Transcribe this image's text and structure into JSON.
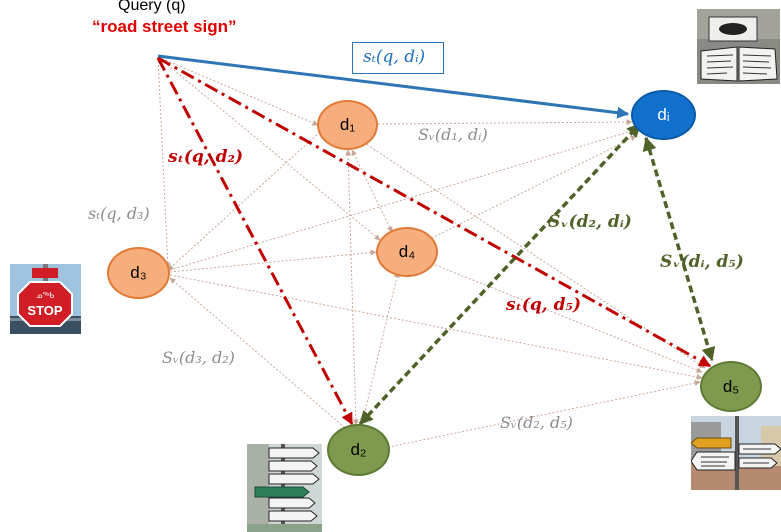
{
  "query": {
    "title": "Query (q)",
    "text": "“road street sign”"
  },
  "nodes": {
    "d1": "d₁",
    "d2": "d₂",
    "d3": "d₃",
    "d4": "d₄",
    "d5": "d₅",
    "di": "dᵢ"
  },
  "labels": {
    "st_q_di": "sₜ(q, dᵢ)",
    "st_q_d2": "sₜ(q, d₂)",
    "st_q_d3": "sₜ(q, d₃)",
    "st_q_d5": "sₜ(q, d₅)",
    "sv_d1_di": "Sᵥ(d₁, dᵢ)",
    "sv_d2_di": "Sᵥ(d₂, dᵢ)",
    "sv_di_d5": "Sᵥ(dᵢ, d₅)",
    "sv_d3_d2": "Sᵥ(d₃, d₂)",
    "sv_d2_d5": "Sᵥ(d₂, d₅)"
  },
  "photos": {
    "stop_sign_text": "STOP"
  },
  "colors": {
    "orange_node": "#F8AE7C",
    "green_node": "#7E9A4F",
    "blue_node": "#1070CC",
    "red_edge": "#C00000",
    "green_edge": "#4F6228",
    "blue_edge": "#2E75B6",
    "thin_edge": "#C8A898"
  }
}
